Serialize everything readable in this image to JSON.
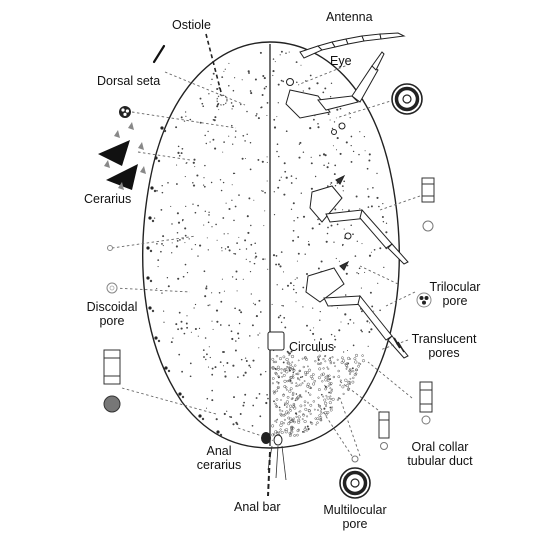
{
  "labels": {
    "ostiole": "Ostiole",
    "antenna": "Antenna",
    "dorsal_seta": "Dorsal seta",
    "eye": "Eye",
    "cerarius": "Cerarius",
    "discoidal_pore_1": "Discoidal",
    "discoidal_pore_2": "pore",
    "trilocular_pore_1": "Trilocular",
    "trilocular_pore_2": "pore",
    "translucent_pores_1": "Translucent",
    "translucent_pores_2": "pores",
    "circulus": "Circulus",
    "anal_cerarius_1": "Anal",
    "anal_cerarius_2": "cerarius",
    "oral_collar_1": "Oral collar",
    "oral_collar_2": "tubular duct",
    "anal_bar": "Anal bar",
    "multilocular_pore_1": "Multilocular",
    "multilocular_pore_2": "pore"
  },
  "colors": {
    "ink": "#111111",
    "leader": "#555555",
    "background": "#ffffff"
  }
}
